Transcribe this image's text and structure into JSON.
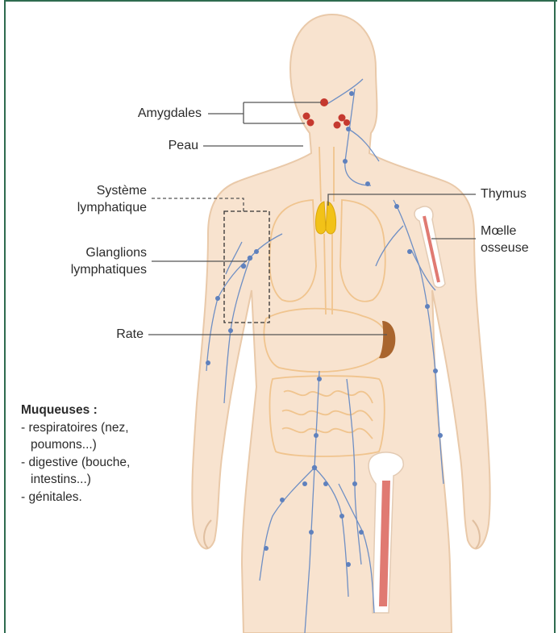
{
  "labels": {
    "amygdales": "Amygdales",
    "peau": "Peau",
    "systeme_line1": "Système",
    "systeme_line2": "lymphatique",
    "ganglions_line1": "Glanglions",
    "ganglions_line2": "lymphatiques",
    "rate": "Rate",
    "thymus": "Thymus",
    "moelle_line1": "Mœlle",
    "moelle_line2": "osseuse"
  },
  "muqueuses": {
    "title": "Muqueuses :",
    "items": [
      {
        "line1": "- respiratoires (nez,",
        "line2": "poumons...)"
      },
      {
        "line1": "- digestive (bouche,",
        "line2": "intestins...)"
      },
      {
        "line1": "- génitales.",
        "line2": ""
      }
    ]
  },
  "colors": {
    "frame": "#2e6b4f",
    "skin": "#f8e3cf",
    "skin_outline": "#e9c9a9",
    "organ_outline": "#f0c48e",
    "lymph": "#6f8fc4",
    "node": "#5f81bd",
    "thymus": "#f2c218",
    "spleen": "#a9652e",
    "tonsil": "#c5392f",
    "marrow": "#e07a72",
    "leader": "#555555"
  }
}
